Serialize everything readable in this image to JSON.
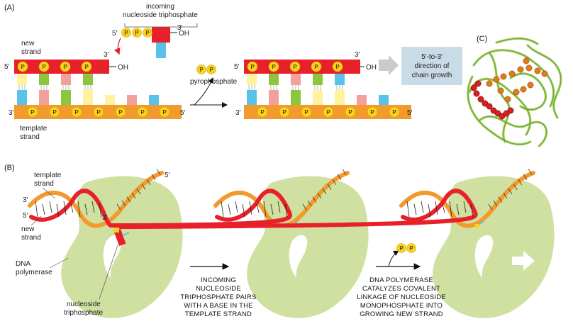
{
  "panels": {
    "a": "(A)",
    "b": "(B)",
    "c": "(C)"
  },
  "colors": {
    "new_strand": "#e8202a",
    "template_strand": "#f29b2c",
    "phosphate": "#f5d320",
    "base_blue": "#5bc2e7",
    "base_green": "#8cc63f",
    "base_pink": "#f4a09a",
    "base_yellow": "#fff3a0",
    "polymerase": "#cfe0a0",
    "arrow_box": "#c9dbe6"
  },
  "panel_a": {
    "incoming_label_1": "incoming",
    "incoming_label_2": "nucleoside triphosphate",
    "incoming_5": "5′",
    "incoming_3": "3′",
    "incoming_oh": "OH",
    "new_strand_1": "new",
    "new_strand_2": "strand",
    "new_5": "5′",
    "new_3": "3′",
    "new_oh": "OH",
    "template_3": "3′",
    "template_5": "5′",
    "template_1": "template",
    "template_2": "strand",
    "pyrophosphate": "pyrophosphate",
    "p": "P",
    "right_new_3": "3′",
    "right_oh": "OH",
    "right_new_5": "5′",
    "right_t3": "3′",
    "right_t5": "5′",
    "box_1": "5′-to-3′",
    "box_2": "direction of",
    "box_3": "chain growth"
  },
  "panel_b": {
    "template_1": "template",
    "template_2": "strand",
    "end_5_top": "5′",
    "end_3": "3′",
    "end_5_left": "5′",
    "end_3_inner": "3′",
    "new_1": "new",
    "new_2": "strand",
    "dna_1": "DNA",
    "dna_2": "polymerase",
    "ntp_1": "nucleoside",
    "ntp_2": "triphosphate",
    "step1_1": "INCOMING",
    "step1_2": "NUCLEOSIDE",
    "step1_3": "TRIPHOSPHATE PAIRS",
    "step1_4": "WITH A BASE IN THE",
    "step1_5": "TEMPLATE STRAND",
    "step2_1": "DNA POLYMERASE",
    "step2_2": "CATALYZES COVALENT",
    "step2_3": "LINKAGE OF NUCLEOSIDE",
    "step2_4": "MONOPHOSPHATE INTO",
    "step2_5": "GROWING NEW STRAND",
    "p": "P"
  }
}
